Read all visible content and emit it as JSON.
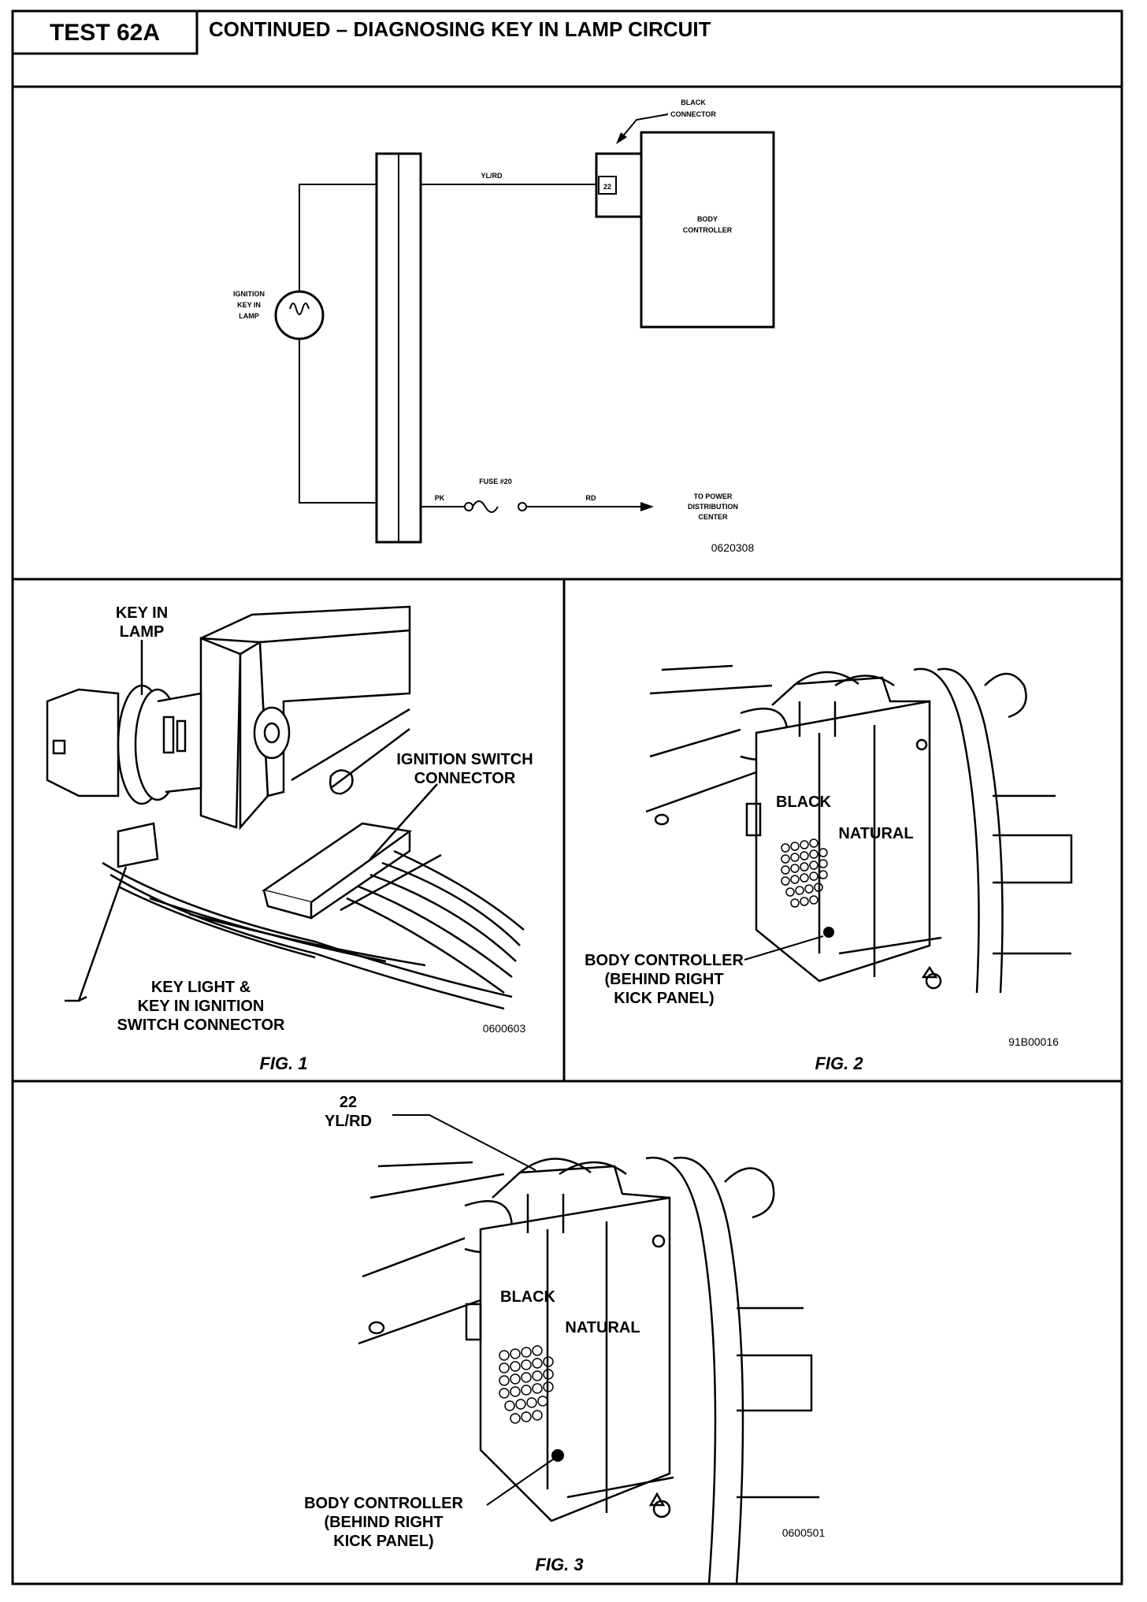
{
  "header": {
    "test_id": "TEST 62A",
    "title": "CONTINUED – DIAGNOSING KEY IN LAMP CIRCUIT"
  },
  "schematic": {
    "black_connector_line1": "BLACK",
    "black_connector_line2": "CONNECTOR",
    "wire_top": "YL/RD",
    "pin": "22",
    "body_controller_line1": "BODY",
    "body_controller_line2": "CONTROLLER",
    "lamp_line1": "IGNITION",
    "lamp_line2": "KEY IN",
    "lamp_line3": "LAMP",
    "fuse": "FUSE #20",
    "wire_pk": "PK",
    "wire_rd": "RD",
    "to_power_line1": "TO POWER",
    "to_power_line2": "DISTRIBUTION",
    "to_power_line3": "CENTER",
    "ref": "0620308"
  },
  "fig1": {
    "key_in_lamp_line1": "KEY IN",
    "key_in_lamp_line2": "LAMP",
    "ignition_switch_line1": "IGNITION SWITCH",
    "ignition_switch_line2": "CONNECTOR",
    "key_light_line1": "KEY LIGHT &",
    "key_light_line2": "KEY IN IGNITION",
    "key_light_line3": "SWITCH CONNECTOR",
    "ref": "0600603",
    "caption": "FIG. 1"
  },
  "fig2": {
    "black": "BLACK",
    "natural": "NATURAL",
    "body_line1": "BODY CONTROLLER",
    "body_line2": "(BEHIND RIGHT",
    "body_line3": "KICK PANEL)",
    "ref": "91B00016",
    "caption": "FIG. 2"
  },
  "fig3": {
    "pin_line1": "22",
    "pin_line2": "YL/RD",
    "black": "BLACK",
    "natural": "NATURAL",
    "body_line1": "BODY CONTROLLER",
    "body_line2": "(BEHIND RIGHT",
    "body_line3": "KICK PANEL)",
    "ref": "0600501",
    "caption": "FIG. 3"
  }
}
